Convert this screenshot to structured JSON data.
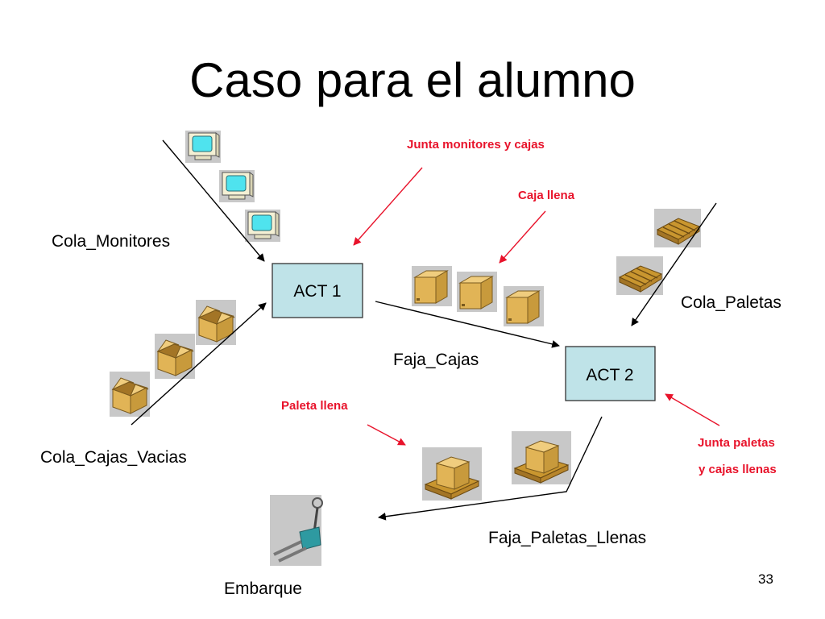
{
  "slide": {
    "title": "Caso para el alumno",
    "page_number": "33"
  },
  "nodes": {
    "act1": "ACT 1",
    "act2": "ACT 2"
  },
  "labels": {
    "cola_monitores": "Cola_Monitores",
    "cola_cajas_vacias": "Cola_Cajas_Vacias",
    "faja_cajas": "Faja_Cajas",
    "cola_paletas": "Cola_Paletas",
    "faja_paletas_llenas": "Faja_Paletas_Llenas",
    "embarque": "Embarque"
  },
  "annotations": {
    "junta_monitores": "Junta monitores y cajas",
    "caja_llena": "Caja llena",
    "paleta_llena": "Paleta llena",
    "junta_paletas_1": "Junta paletas",
    "junta_paletas_2": "y cajas llenas"
  },
  "colors": {
    "annotation_red": "#e8132b",
    "node_fill": "#bfe3e8"
  },
  "icons": [
    "monitor-icon",
    "empty-box-icon",
    "closed-box-icon",
    "pallet-icon",
    "box-on-pallet-icon",
    "pallet-jack-icon"
  ]
}
